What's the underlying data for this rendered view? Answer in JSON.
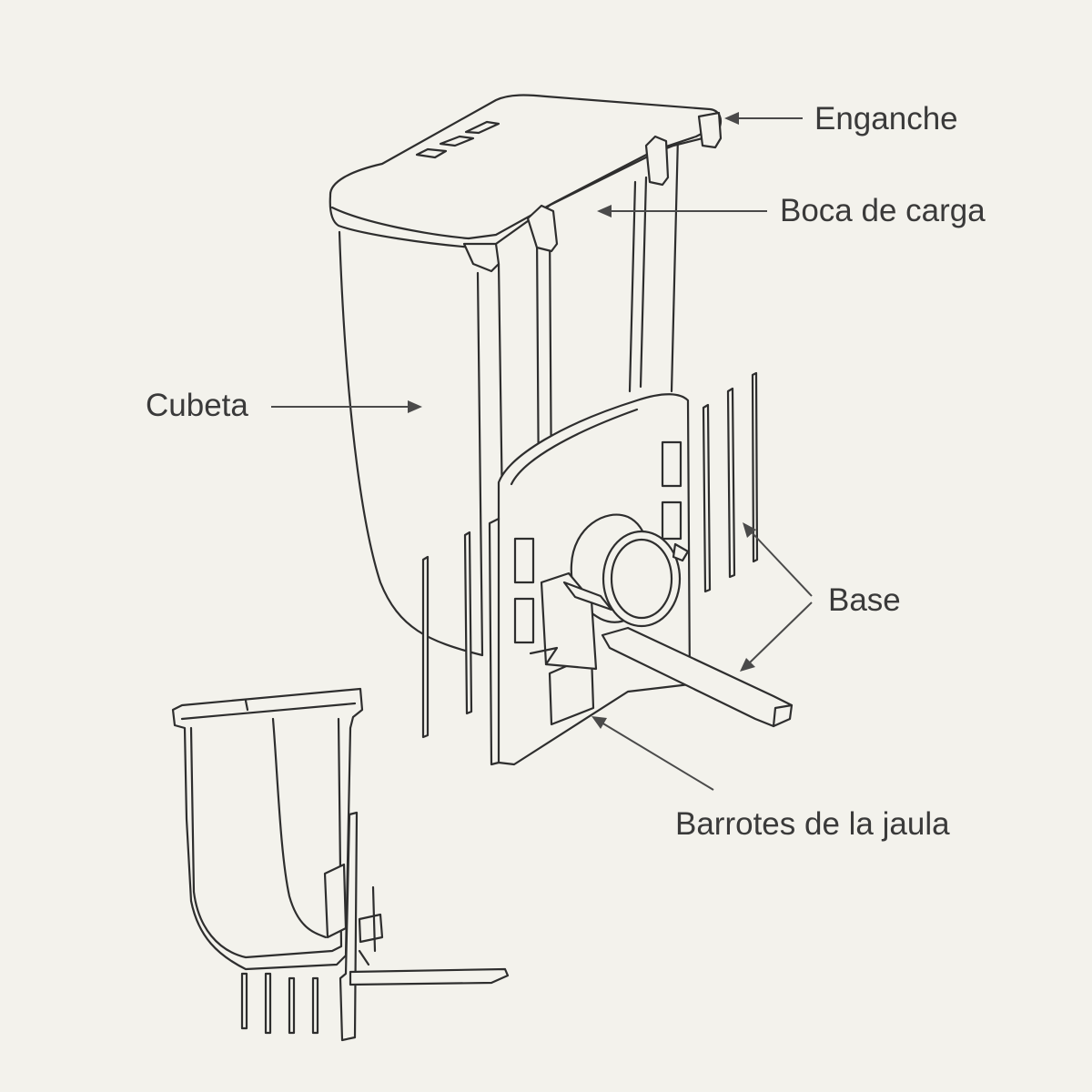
{
  "labels": {
    "enganche": "Enganche",
    "boca_de_carga": "Boca de carga",
    "cubeta": "Cubeta",
    "base": "Base",
    "barrotes": "Barrotes de la jaula"
  },
  "colors": {
    "background": "#f3f2ec",
    "line": "#2e2e2e",
    "text": "#3a3a3a"
  }
}
